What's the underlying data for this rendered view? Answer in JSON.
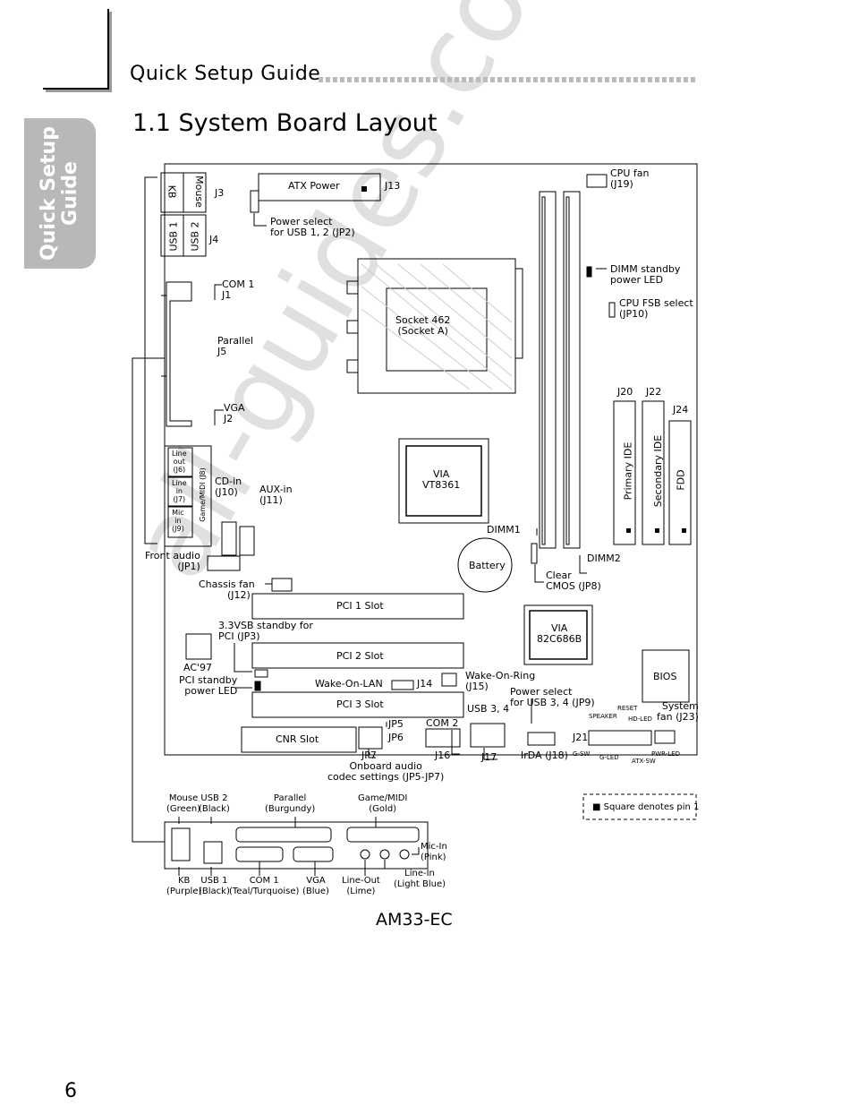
{
  "header": {
    "title": "Quick Setup Guide",
    "section_title": "1.1   System Board Layout"
  },
  "side_tab": {
    "line1": "Quick Setup",
    "line2": "Guide"
  },
  "watermark": "all-guides.com",
  "page_number": "6",
  "model": "AM33-EC",
  "board": {
    "kb": "KB",
    "mouse": "Mouse",
    "j3": "J3",
    "usb1": "USB 1",
    "usb2": "USB 2",
    "j4": "J4",
    "atx_power": "ATX Power",
    "j13": "J13",
    "power_select_usb12": "Power select",
    "power_select_usb12_b": "for USB 1, 2 (JP2)",
    "cpu_fan": "CPU fan",
    "cpu_fan_j": "(J19)",
    "dimm_standby": "DIMM standby",
    "dimm_standby_b": "power LED",
    "cpu_fsb": "CPU FSB select",
    "cpu_fsb_b": "(JP10)",
    "com1": "COM 1",
    "j1": "J1",
    "parallel": "Parallel",
    "j5": "J5",
    "vga": "VGA",
    "j2": "J2",
    "socket": "Socket 462",
    "socket_b": "(Socket A)",
    "j20": "J20",
    "j22": "J22",
    "j24": "J24",
    "primary_ide": "Primary IDE",
    "secondary_ide": "Secondary IDE",
    "fdd": "FDD",
    "line_out": "Line",
    "line_out_b": "out",
    "line_out_c": "(J6)",
    "line_in": "Line",
    "line_in_b": "in",
    "line_in_c": "(J7)",
    "mic_in": "Mic",
    "mic_in_b": "in",
    "mic_in_c": "(J9)",
    "game_midi": "Game/MIDI (J8)",
    "cd_in": "CD-in",
    "cd_in_j": "(J10)",
    "aux_in": "AUX-in",
    "aux_in_j": "(J11)",
    "via_chip": "VIA",
    "via_chip_b": "VT8361",
    "dimm1": "DIMM1",
    "dimm2": "DIMM2",
    "battery": "Battery",
    "clear_cmos": "Clear",
    "clear_cmos_b": "CMOS (JP8)",
    "front_audio": "Front audio",
    "front_audio_j": "(JP1)",
    "chassis_fan": "Chassis fan",
    "chassis_fan_j": "(J12)",
    "pci1": "PCI 1 Slot",
    "pci2": "PCI 2 Slot",
    "pci3": "PCI 3 Slot",
    "vsb_standby": "3.3VSB standby for",
    "vsb_standby_b": "PCI (JP3)",
    "ac97": "AC'97",
    "pci_standby": "PCI standby",
    "pci_standby_b": "power LED",
    "via_south": "VIA",
    "via_south_b": "82C686B",
    "bios": "BIOS",
    "wake_lan": "Wake-On-LAN",
    "j14": "J14",
    "wake_ring": "Wake-On-Ring",
    "wake_ring_j": "(J15)",
    "power_select_usb34": "Power select",
    "power_select_usb34_b": "for USB 3, 4 (JP9)",
    "usb34": "USB 3, 4",
    "jp5": "JP5",
    "jp6": "JP6",
    "com2": "COM 2",
    "cnr": "CNR Slot",
    "jp7": "JP7",
    "j16": "J16",
    "j17": "J17",
    "irda": "IrDA (J18)",
    "onboard_audio": "Onboard audio",
    "onboard_audio_b": "codec settings (JP5-JP7)",
    "speaker": "SPEAKER",
    "reset": "RESET",
    "hd_led": "HD-LED",
    "system_fan": "System",
    "system_fan_b": "fan (J23)",
    "j21": "J21",
    "gsw": "G-SW",
    "gled": "G-LED",
    "atx_sw": "ATX-SW",
    "pwr_led": "PWR-LED",
    "square_note": "■ Square denotes pin 1"
  },
  "rear_panel": {
    "mouse": "Mouse",
    "mouse_c": "(Green)",
    "usb2": "USB 2",
    "usb2_c": "(Black)",
    "parallel": "Parallel",
    "parallel_c": "(Burgundy)",
    "game": "Game/MIDI",
    "game_c": "(Gold)",
    "mic": "Mic-In",
    "mic_c": "(Pink)",
    "kb": "KB",
    "kb_c": "(Purple)",
    "usb1": "USB 1",
    "usb1_c": "(Black)",
    "com1": "COM 1",
    "com1_c": "(Teal/Turquoise)",
    "vga": "VGA",
    "vga_c": "(Blue)",
    "lineout": "Line-Out",
    "lineout_c": "(Lime)",
    "linein": "Line-In",
    "linein_c": "(Light Blue)"
  },
  "colors": {
    "tab_gray": "#b8b8b8",
    "dot_gray": "#bbbbbb"
  }
}
